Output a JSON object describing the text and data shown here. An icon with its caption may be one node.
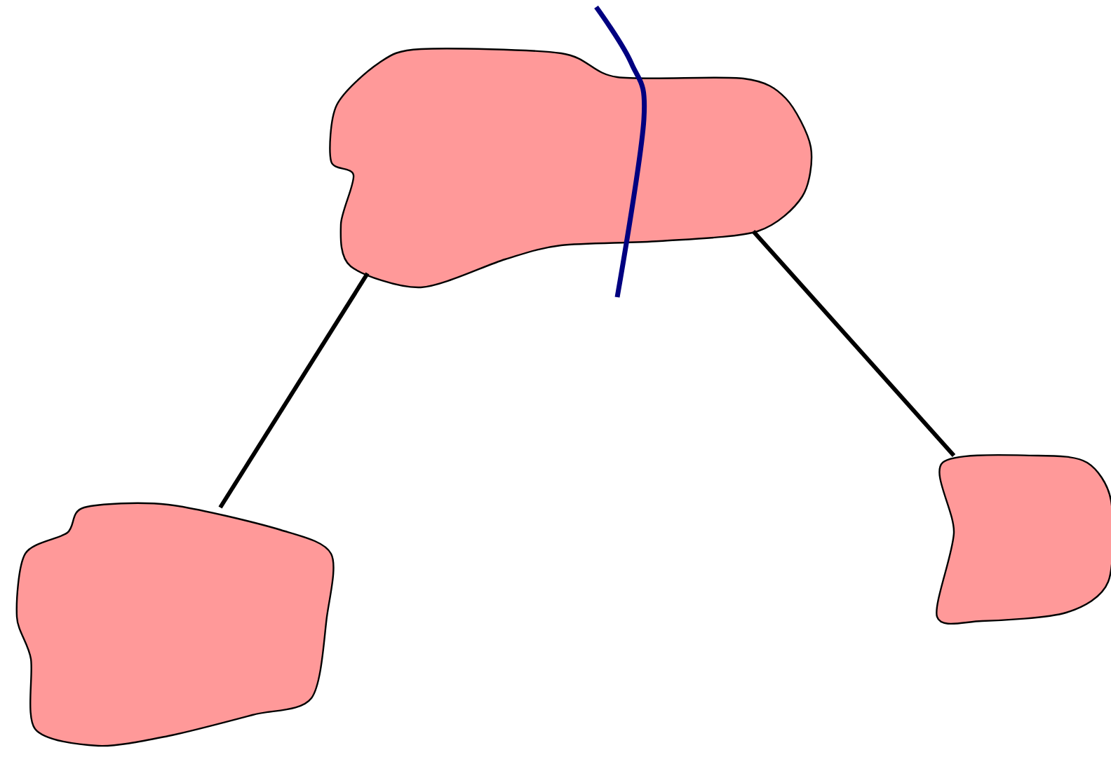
{
  "diagram": {
    "nodes": [
      {
        "text": [],
        "shape": "blob"
      },
      {
        "text": [],
        "shape": "blob"
      },
      {
        "text": [],
        "shape": "blob"
      }
    ],
    "edges": [
      {
        "from": 0,
        "to": 1,
        "arrow": "none"
      },
      {
        "from": 0,
        "to": 2,
        "arrow": "none"
      }
    ]
  }
}
